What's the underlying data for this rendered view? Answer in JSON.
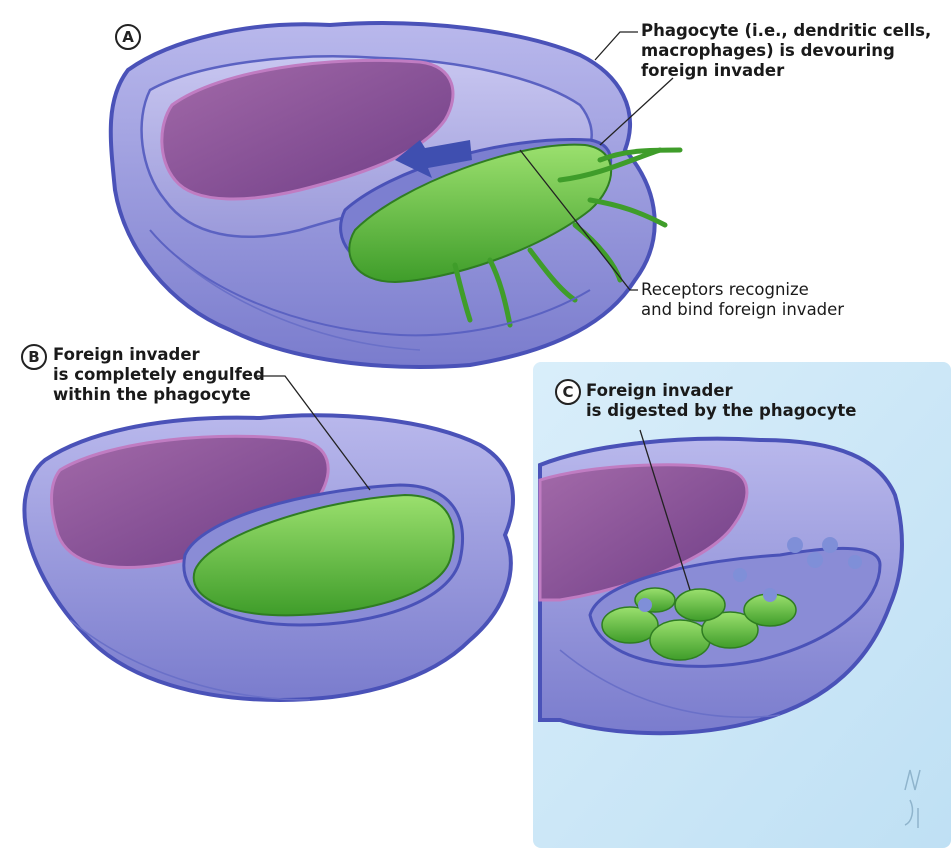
{
  "panels": {
    "a": {
      "badge": "A",
      "callout_phagocyte": [
        "Phagocyte (i.e., dendritic cells,",
        "macrophages) is devouring",
        "foreign invader"
      ],
      "callout_receptors": [
        "Receptors recognize",
        "and bind foreign invader"
      ]
    },
    "b": {
      "badge": "B",
      "callout": [
        "Foreign invader",
        "is completely engulfed",
        "within the phagocyte"
      ]
    },
    "c": {
      "badge": "C",
      "callout": [
        "Foreign invader",
        "is digested by the phagocyte"
      ]
    }
  },
  "colors": {
    "cell_fill": "#8f8ed6",
    "cell_outline": "#4a52b8",
    "nucleus": "#8a4f93",
    "bacterium": "#5cbd3b",
    "panel_c_background": "#cfe8f7"
  }
}
